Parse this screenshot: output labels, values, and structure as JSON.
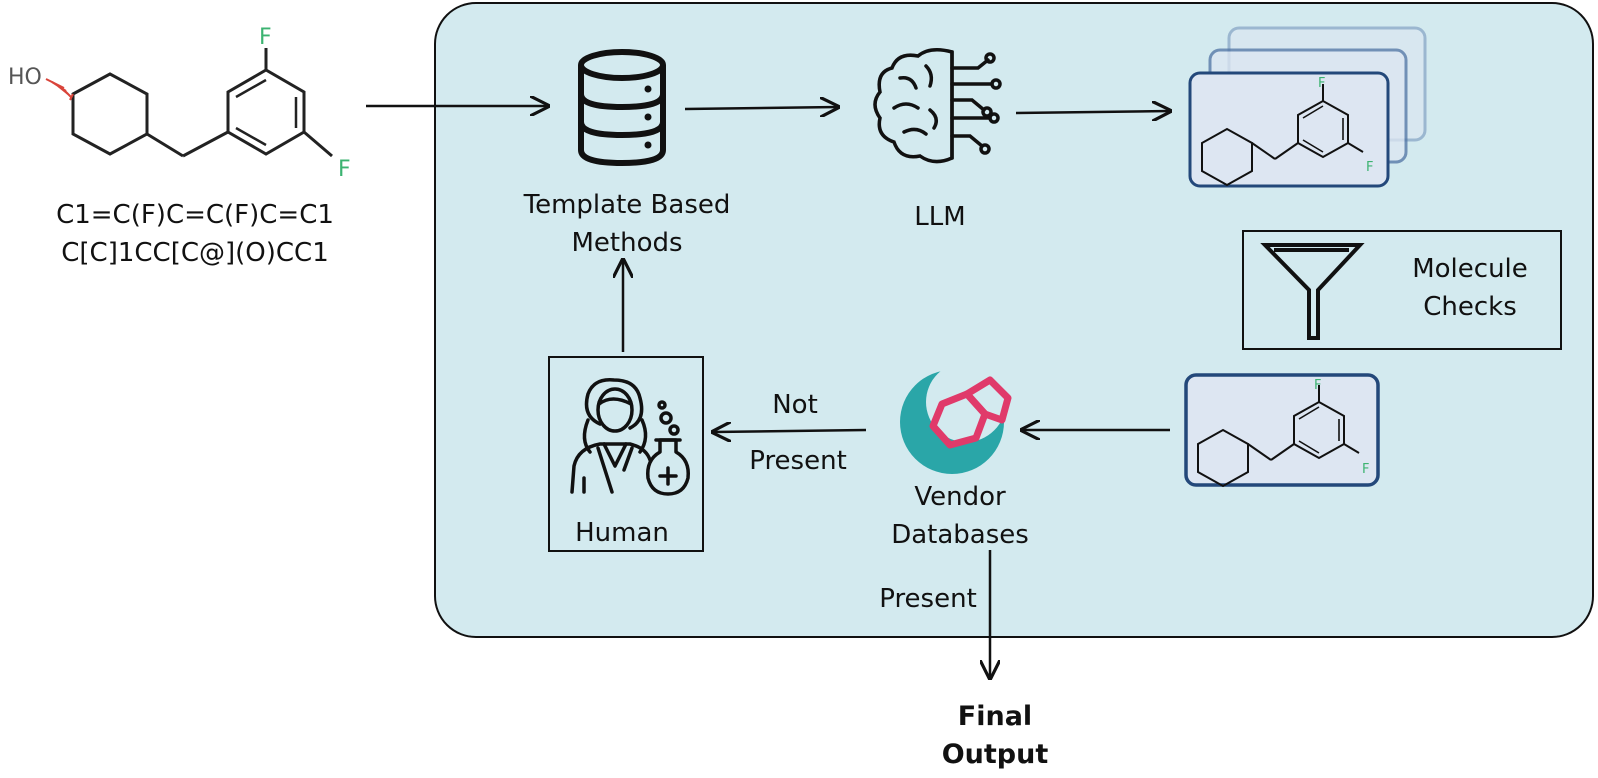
{
  "input": {
    "smiles_line1": "C1=C(F)C=C(F)C=C1",
    "smiles_line2": "C[C]1CC[C@](O)CC1",
    "atom_labels": {
      "hydroxyl": "HO",
      "fluorine": "F"
    }
  },
  "steps": {
    "template": "Template Based\nMethods",
    "llm": "LLM",
    "checks": "Molecule\nChecks",
    "vendor": "Vendor\nDatabases",
    "human": "Human"
  },
  "edges": {
    "not_present_1": "Not",
    "not_present_2": "Present",
    "present": "Present"
  },
  "output": {
    "label": "Final\nOutput"
  },
  "icons": [
    "database-icon",
    "brain-circuit-icon",
    "funnel-icon",
    "vendor-logo-icon",
    "scientist-icon"
  ],
  "colors": {
    "panel": "#d3eaef",
    "molecule_card": "#dde6f2",
    "card_border": "#23487a",
    "fluorine": "#3cb371",
    "oxygen": "#e0463c",
    "vendor_teal": "#2aa6a8",
    "vendor_pink": "#e03a6a"
  }
}
